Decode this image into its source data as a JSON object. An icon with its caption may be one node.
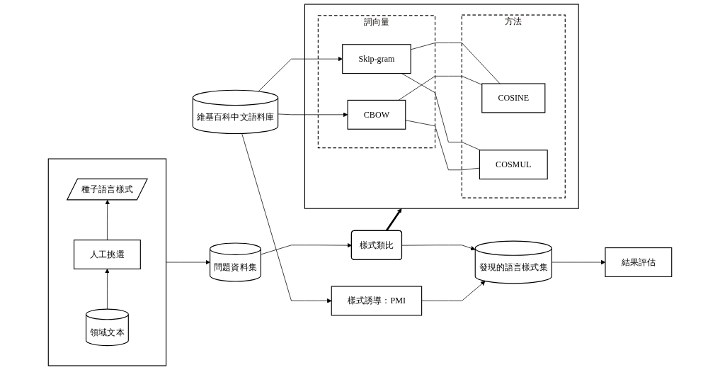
{
  "diagram": {
    "nodes": [
      {
        "text": [
          "問題資料集"
        ]
      },
      {
        "text": [
          "樣式類比"
        ]
      },
      {
        "text": [],
        "shape": "box"
      },
      {
        "text": [
          "種子語言樣式"
        ],
        "in": 2
      },
      {
        "text": [
          "人工挑選"
        ],
        "in": 2
      },
      {
        "text": [
          "領域文本"
        ],
        "in": 2
      },
      {
        "text": [],
        "shape": "box"
      },
      {
        "text": [
          "詞向量"
        ],
        "in": 6
      },
      {
        "text": [
          "Skip-gram"
        ],
        "in": 7
      },
      {
        "text": [
          "CBOW"
        ],
        "in": 7
      },
      {
        "text": [
          "方法"
        ],
        "in": 6
      },
      {
        "text": [
          "COSINE"
        ],
        "in": 10
      },
      {
        "text": [
          "COSMUL"
        ],
        "in": 10
      },
      {
        "text": [
          "維基百科中文語料庫"
        ]
      },
      {
        "text": [
          "樣式誘導：PMI"
        ]
      },
      {
        "text": [
          "發現的語言樣式集"
        ]
      },
      {
        "text": [
          "結果評估"
        ]
      }
    ],
    "edges": [
      {
        "from": 0,
        "to": 1,
        "arrow": "to"
      },
      {
        "from": 2,
        "to": 0,
        "arrow": "to"
      },
      {
        "from": 4,
        "to": 3,
        "arrow": "to"
      },
      {
        "from": 5,
        "to": 4,
        "arrow": "to"
      },
      {
        "from": 1,
        "to": 6,
        "arrow": "to",
        "style": "thick"
      },
      {
        "from": 8,
        "to": 11,
        "arrow": "none"
      },
      {
        "from": 8,
        "to": 12,
        "arrow": "none"
      },
      {
        "from": 9,
        "to": 11,
        "arrow": "none"
      },
      {
        "from": 9,
        "to": 12,
        "arrow": "none"
      },
      {
        "from": 13,
        "to": 8,
        "arrow": "to"
      },
      {
        "from": 13,
        "to": 9,
        "arrow": "to"
      },
      {
        "from": 13,
        "to": 14,
        "arrow": "to"
      },
      {
        "from": 1,
        "to": 15,
        "arrow": "to"
      },
      {
        "from": 14,
        "to": 15,
        "arrow": "to"
      },
      {
        "from": 15,
        "to": 16,
        "arrow": "to"
      }
    ]
  }
}
